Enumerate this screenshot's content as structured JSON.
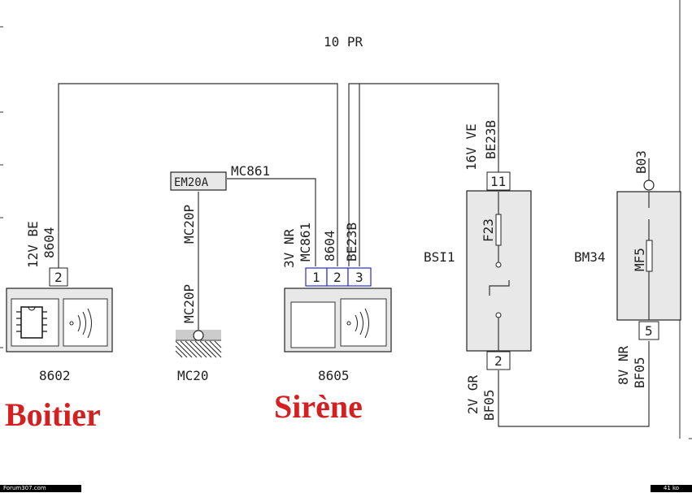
{
  "title": "10 PR",
  "boitier": {
    "label": "8602",
    "caption": "Boitier",
    "pin": "2",
    "wire_color": "12V BE",
    "wire_id": "8604"
  },
  "em20a": {
    "label": "EM20A",
    "wire_out": "MC861",
    "wire_down_1": "MC20P",
    "wire_down_2": "MC20P"
  },
  "mc20": {
    "label": "MC20"
  },
  "sirene": {
    "label": "8605",
    "caption": "Sirène",
    "pins": [
      "1",
      "2",
      "3"
    ],
    "wire_labels": [
      "3V NR",
      "MC861",
      "8604",
      "BE23B"
    ]
  },
  "bsi": {
    "label": "BSI1",
    "fuse": "F23",
    "pin_top": "11",
    "pin_bottom": "2",
    "top_wire_color": "16V VE",
    "top_wire_id": "BE23B",
    "bottom_wire_color": "2V GR",
    "bottom_wire_id": "BF05"
  },
  "bm34": {
    "label": "BM34",
    "component": "MF5",
    "top_label": "B03",
    "pin": "5",
    "wire_color": "8V NR",
    "wire_id": "BF05"
  },
  "footer": {
    "left": "Forum307.com",
    "right": "41 ko"
  },
  "colors": {
    "caption_red": "#d42020",
    "pin_border_blue": "#2a2ad0"
  }
}
